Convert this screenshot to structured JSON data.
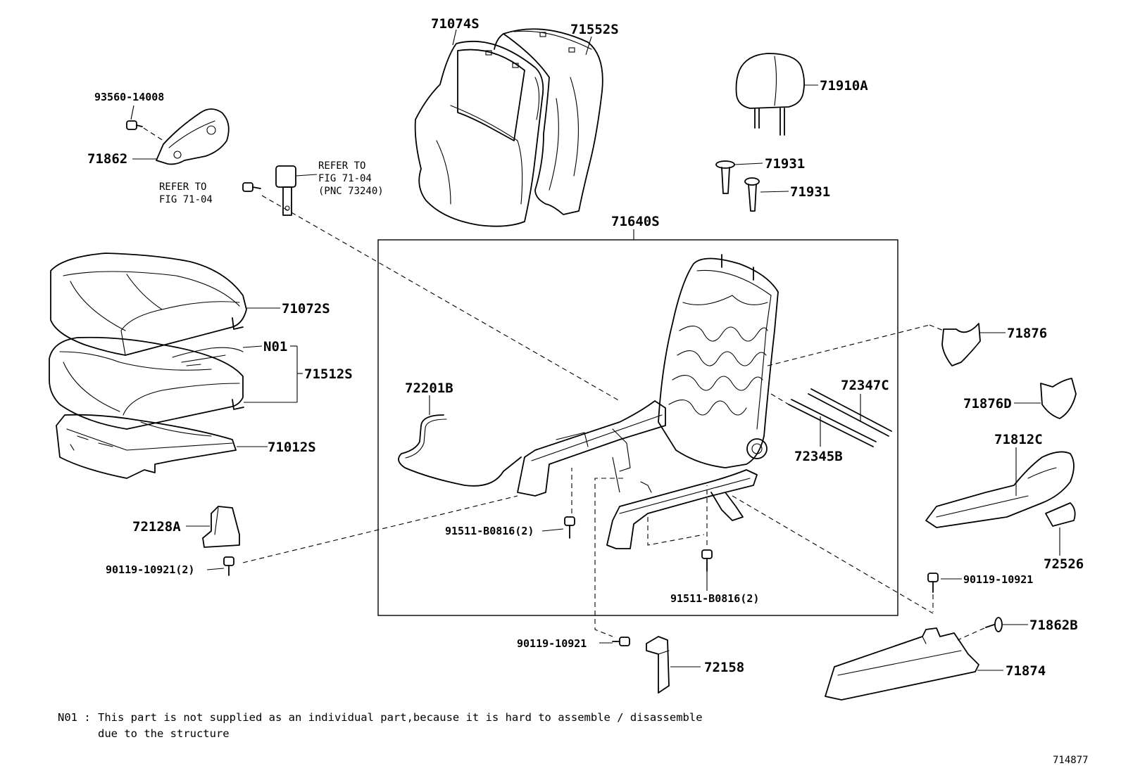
{
  "parts": {
    "p71074S": "71074S",
    "p71552S": "71552S",
    "p71910A": "71910A",
    "p71931a": "71931",
    "p71931b": "71931",
    "p93560": "93560-14008",
    "p71862": "71862",
    "p71640S": "71640S",
    "p71072S": "71072S",
    "pN01": "N01",
    "p71512S": "71512S",
    "p71012S": "71012S",
    "p72201B": "72201B",
    "p72347C": "72347C",
    "p72345B": "72345B",
    "p71876": "71876",
    "p71876D": "71876D",
    "p71812C": "71812C",
    "p72526": "72526",
    "p72128A": "72128A",
    "p90119_2": "90119-10921(2)",
    "p91511_left": "91511-B0816(2)",
    "p91511_right": "91511-B0816(2)",
    "p90119_right": "90119-10921",
    "p90119_bottom": "90119-10921",
    "p72158": "72158",
    "p71862B": "71862B",
    "p71874": "71874"
  },
  "refs": {
    "left": {
      "line1": "REFER TO",
      "line2": "FIG 71-04"
    },
    "right": {
      "line1": "REFER TO",
      "line2": "FIG 71-04",
      "line3": "(PNC 73240)"
    }
  },
  "footnote": {
    "key": "N01 :",
    "line1": "This part is not supplied as an individual part,because it is hard to assemble / disassemble",
    "line2": "due to the structure"
  },
  "figure_number": "714877"
}
